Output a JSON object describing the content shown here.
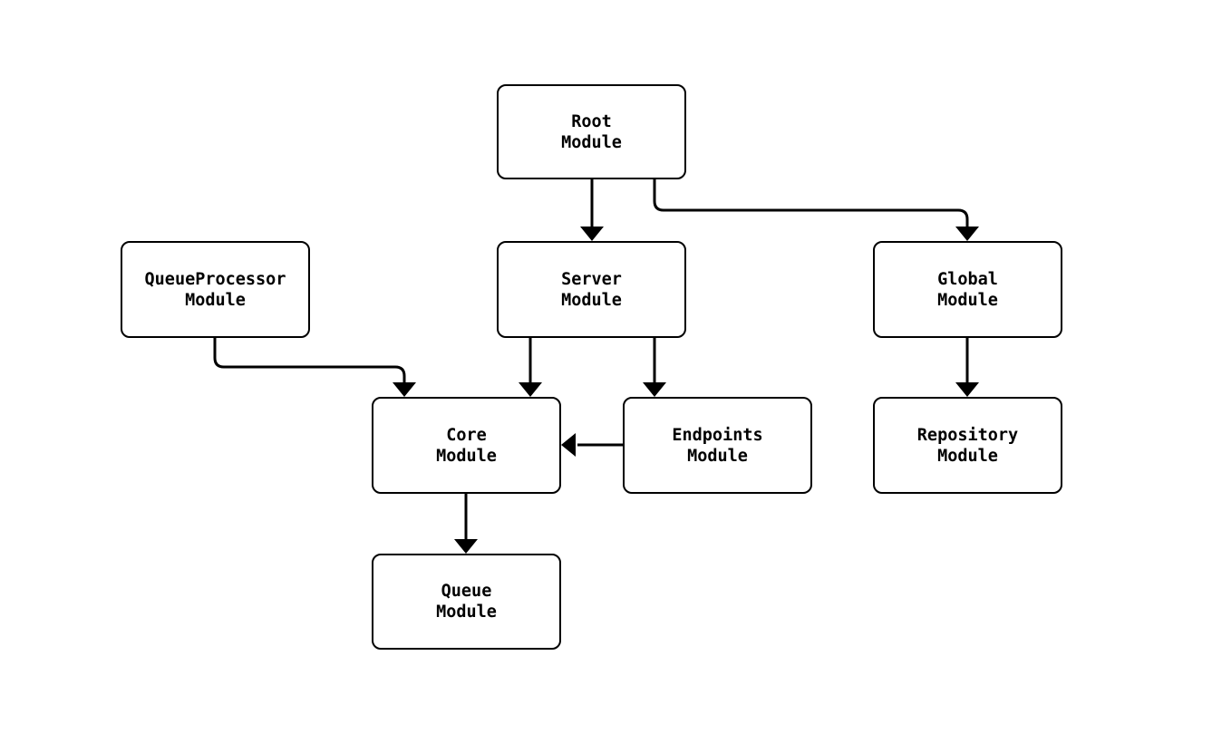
{
  "diagram": {
    "type": "flowchart-dependency-graph",
    "background_color": "#ffffff",
    "node_fill_color": "#ffffff",
    "node_border_color": "#000000",
    "edge_color": "#000000",
    "nodes": [
      {
        "id": "root",
        "label": "Root\nModule"
      },
      {
        "id": "queueprocessor",
        "label": "QueueProcessor\nModule"
      },
      {
        "id": "server",
        "label": "Server\nModule"
      },
      {
        "id": "global",
        "label": "Global\nModule"
      },
      {
        "id": "core",
        "label": "Core\nModule"
      },
      {
        "id": "endpoints",
        "label": "Endpoints\nModule"
      },
      {
        "id": "repository",
        "label": "Repository\nModule"
      },
      {
        "id": "queue",
        "label": "Queue\nModule"
      }
    ],
    "edges": [
      {
        "from": "root",
        "to": "server"
      },
      {
        "from": "root",
        "to": "global"
      },
      {
        "from": "queueprocessor",
        "to": "core"
      },
      {
        "from": "server",
        "to": "core"
      },
      {
        "from": "server",
        "to": "endpoints"
      },
      {
        "from": "endpoints",
        "to": "core"
      },
      {
        "from": "global",
        "to": "repository"
      },
      {
        "from": "core",
        "to": "queue"
      }
    ]
  }
}
